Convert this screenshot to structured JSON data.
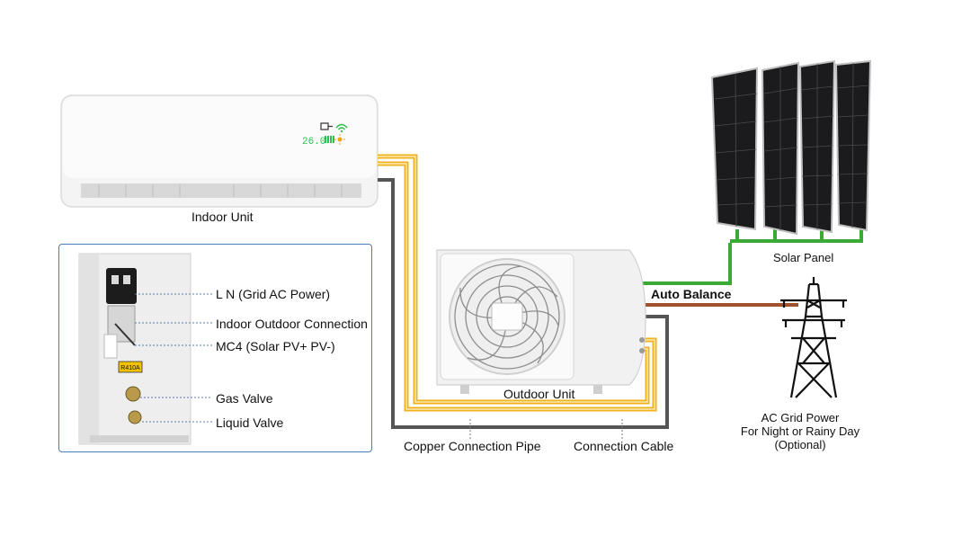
{
  "labels": {
    "indoor_unit": "Indoor Unit",
    "outdoor_unit": "Outdoor Unit",
    "solar_panel": "Solar Panel",
    "auto_balance": "Auto Balance",
    "copper_pipe": "Copper Connection Pipe",
    "connection_cable": "Connection Cable",
    "grid_line1": "AC Grid Power",
    "grid_line2": "For Night or Rainy Day",
    "grid_line3": "(Optional)"
  },
  "inset_callouts": [
    "L N (Grid AC Power)",
    "Indoor Outdoor Connection",
    "MC4 (Solar PV+ PV-)",
    "Gas Valve",
    "Liquid Valve"
  ],
  "indoor_display": {
    "temperature": "26.0"
  },
  "refrigerant_label": "R410A",
  "colors": {
    "copper_pipe": "#f2b21b",
    "connection_cable": "#555555",
    "solar_wire": "#3aa935",
    "grid_wire": "#a0522d",
    "inset_border": "#4a7fb5",
    "display_green": "#2fbf4f"
  }
}
